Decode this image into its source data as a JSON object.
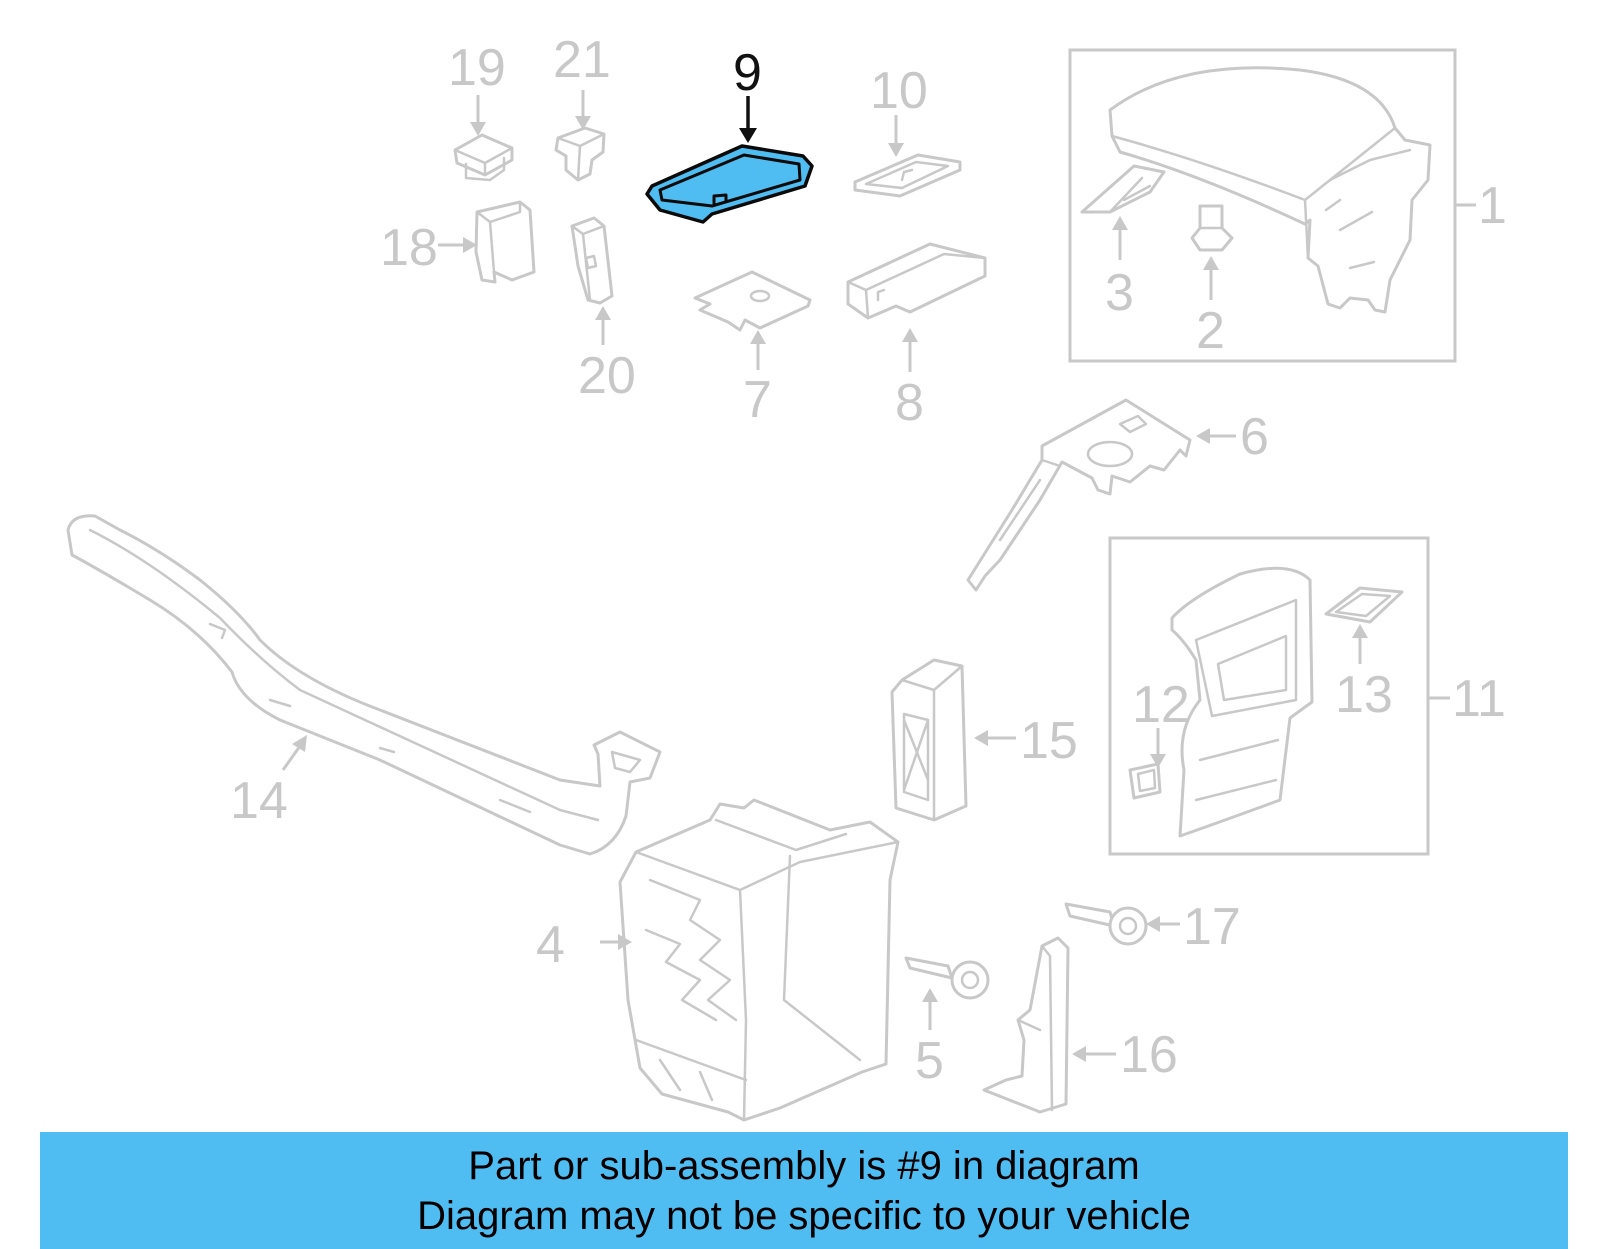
{
  "highlight_color": "#4fbdf2",
  "highlighted_part": "9",
  "callouts": {
    "c1": "1",
    "c2": "2",
    "c3": "3",
    "c4": "4",
    "c5": "5",
    "c6": "6",
    "c7": "7",
    "c8": "8",
    "c9": "9",
    "c10": "10",
    "c11": "11",
    "c12": "12",
    "c13": "13",
    "c14": "14",
    "c15": "15",
    "c16": "16",
    "c17": "17",
    "c18": "18",
    "c19": "19",
    "c20": "20",
    "c21": "21"
  },
  "banner": {
    "line1": "Part or sub-assembly is #9 in diagram",
    "line2": "Diagram may not be specific to your vehicle"
  }
}
